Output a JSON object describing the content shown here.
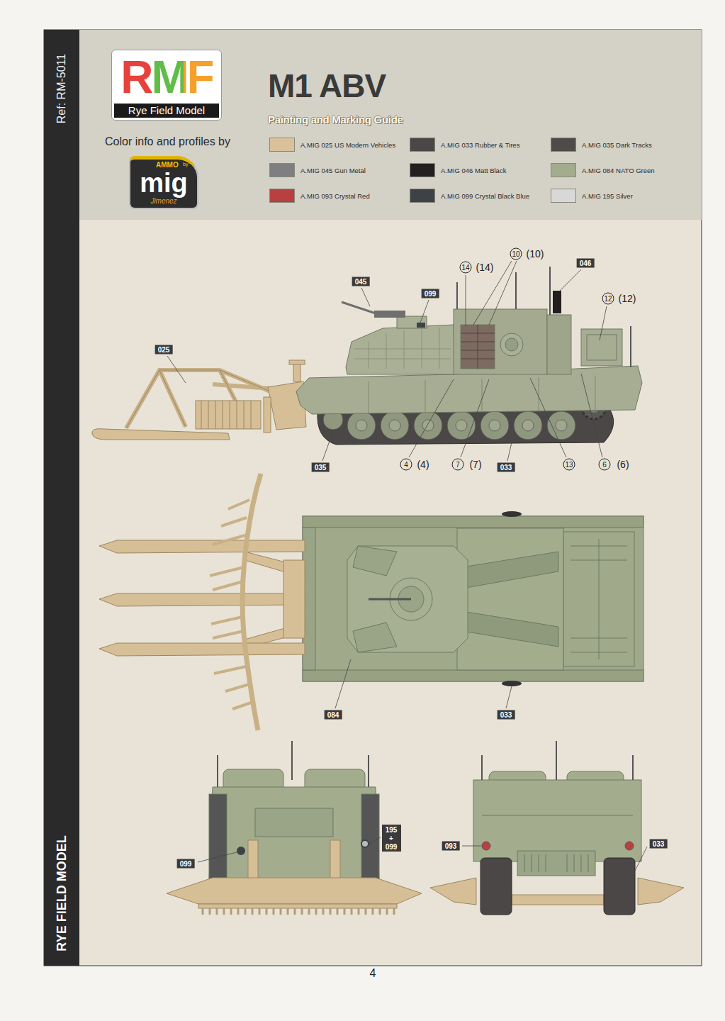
{
  "diagram": {
    "title": "M1 ABV",
    "nodes": [
      {
        "text": [
          "RMF",
          "Rye Field Model"
        ]
      },
      {
        "text": [
          "AMMO",
          "by",
          "mig",
          "Jimenez"
        ]
      },
      {
        "text": [
          "Ref: RM-5011",
          "RYE FIELD MODEL"
        ]
      }
    ],
    "labels": [
      "Color info and profiles by",
      "Painting and Marking Guide",
      "045",
      "099",
      "14",
      "(14)",
      "10",
      "(10)",
      "046",
      "12",
      "(12)",
      "025",
      "035",
      "4",
      "(4)",
      "7",
      "(7)",
      "033",
      "13",
      "6",
      "(6)",
      "084",
      "033",
      "099",
      "195",
      "+",
      "099",
      "093",
      "033",
      "4"
    ],
    "legend": [
      {
        "text": "A.MIG 025 US Modern Vehicles",
        "color": "#d9c29a"
      },
      {
        "text": "A.MIG 033 Rubber & Tires",
        "color": "#4a4746"
      },
      {
        "text": "A.MIG 035 Dark Tracks",
        "color": "#4f4b48"
      },
      {
        "text": "A.MIG 045 Gun Metal",
        "color": "#7d7f80"
      },
      {
        "text": "A.MIG 046 Matt Black",
        "color": "#231f20"
      },
      {
        "text": "A.MIG 084 NATO Green",
        "color": "#a3ad8e"
      },
      {
        "text": "A.MIG 093 Crystal Red",
        "color": "#b8403e"
      },
      {
        "text": "A.MIG 099 Crystal Black Blue",
        "color": "#3c4246"
      },
      {
        "text": "A.MIG 195 Silver",
        "color": "#d8d8d8"
      }
    ]
  }
}
